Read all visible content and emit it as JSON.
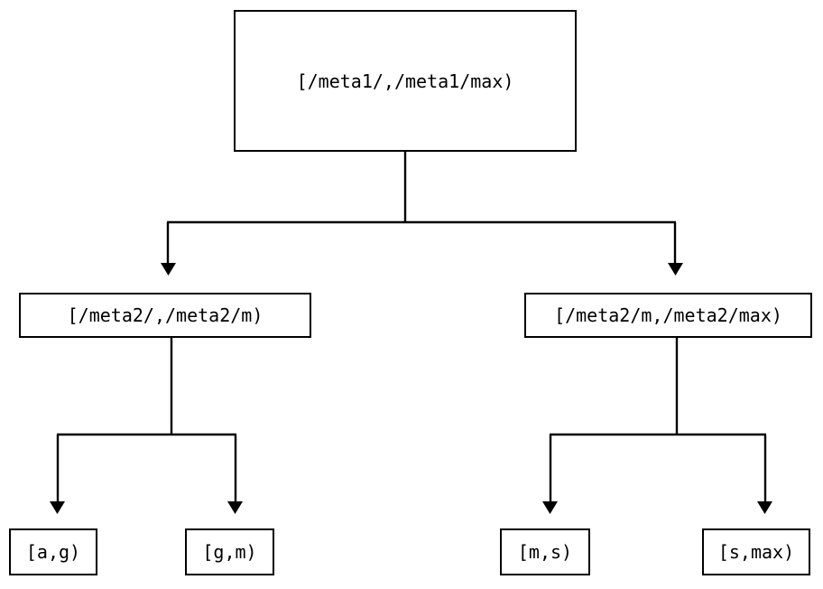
{
  "diagram": {
    "type": "binary-interval-tree",
    "background_color": "#ffffff",
    "line_color": "#000000",
    "nodes": {
      "root": {
        "label": "[/meta1/,/meta1/max)"
      },
      "mid_left": {
        "label": "[/meta2/,/meta2/m)"
      },
      "mid_right": {
        "label": "[/meta2/m,/meta2/max)"
      },
      "leaf_1": {
        "label": "[a,g)"
      },
      "leaf_2": {
        "label": "[g,m)"
      },
      "leaf_3": {
        "label": "[m,s)"
      },
      "leaf_4": {
        "label": "[s,max)"
      }
    },
    "edges": [
      {
        "from": "root",
        "to": "mid_left",
        "arrow": "down"
      },
      {
        "from": "root",
        "to": "mid_right",
        "arrow": "down"
      },
      {
        "from": "mid_left",
        "to": "leaf_1",
        "arrow": "down"
      },
      {
        "from": "mid_left",
        "to": "leaf_2",
        "arrow": "down"
      },
      {
        "from": "mid_right",
        "to": "leaf_3",
        "arrow": "down"
      },
      {
        "from": "mid_right",
        "to": "leaf_4",
        "arrow": "down"
      }
    ]
  }
}
